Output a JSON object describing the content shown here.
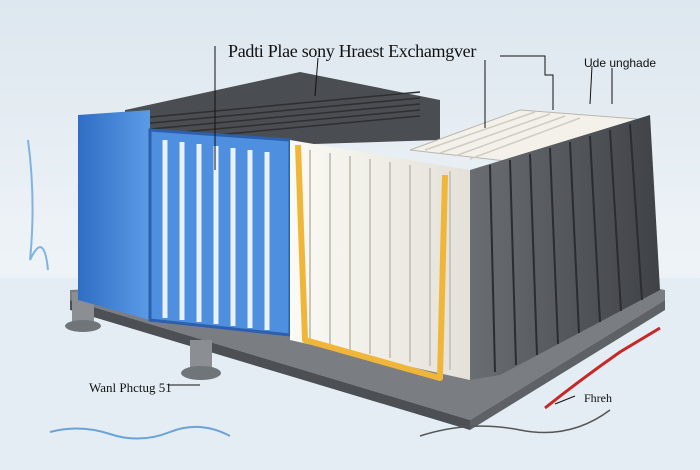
{
  "labels": {
    "title": "Padti Plae sony Hraest Exchamgver",
    "top_right": "Ude unghade",
    "bottom_left": "Wanl Phctug 51",
    "bottom_right": "Fhreh"
  },
  "colors": {
    "blue_panel": "#3f7fd0",
    "gold_frame": "#f0b63a",
    "dark_plates": "#55595e",
    "white_plates": "#f3f1ea"
  }
}
